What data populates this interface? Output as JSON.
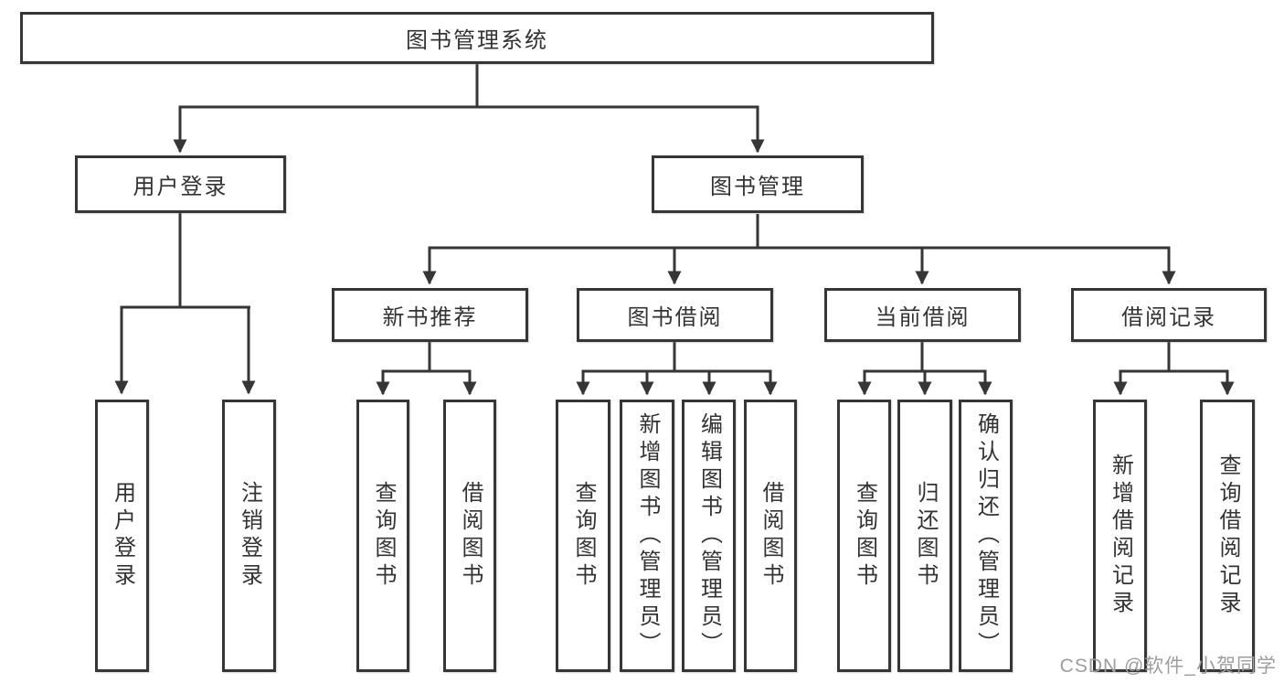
{
  "colors": {
    "line": "#363636",
    "text": "#333333",
    "box_bg": "#ffffff",
    "watermark": "#9e9e9e"
  },
  "tree": {
    "root": "图书管理系统",
    "level2": [
      {
        "label": "用户登录",
        "children": [
          "用户登录",
          "注销登录"
        ]
      },
      {
        "label": "图书管理",
        "groups": [
          {
            "label": "新书推荐",
            "children": [
              "查询图书",
              "借阅图书"
            ]
          },
          {
            "label": "图书借阅",
            "children": [
              "查询图书",
              "新增图书（管理员）",
              "编辑图书（管理员）",
              "借阅图书"
            ]
          },
          {
            "label": "当前借阅",
            "children": [
              "查询图书",
              "归还图书",
              "确认归还（管理员）"
            ]
          },
          {
            "label": "借阅记录",
            "children": [
              "新增借阅记录",
              "查询借阅记录"
            ]
          }
        ]
      }
    ]
  },
  "watermark": {
    "text": "CSDN @软件_小贺同学"
  }
}
